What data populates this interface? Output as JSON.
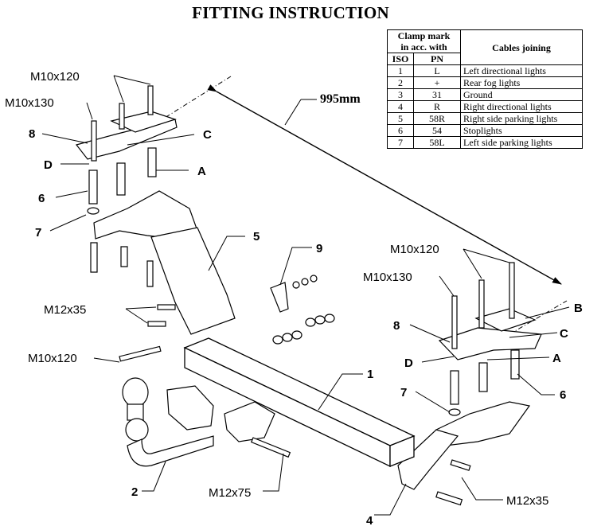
{
  "title": "FITTING INSTRUCTION",
  "table": {
    "header_clamp": "Clamp mark",
    "header_clamp2": "in acc. with",
    "header_iso": "ISO",
    "header_pn": "PN",
    "header_cables": "Cables joining",
    "rows": [
      {
        "iso": "1",
        "pn": "L",
        "desc": "Left directional lights"
      },
      {
        "iso": "2",
        "pn": "+",
        "desc": "Rear fog lights"
      },
      {
        "iso": "3",
        "pn": "31",
        "desc": "Ground"
      },
      {
        "iso": "4",
        "pn": "R",
        "desc": "Right directional lights"
      },
      {
        "iso": "5",
        "pn": "58R",
        "desc": "Right side parking lights"
      },
      {
        "iso": "6",
        "pn": "54",
        "desc": "Stoplights"
      },
      {
        "iso": "7",
        "pn": "58L",
        "desc": "Left side parking lights"
      }
    ]
  },
  "dimension": "995mm",
  "labels": {
    "left_m10x120": "M10x120",
    "left_m10x130": "M10x130",
    "left_8": "8",
    "left_C": "C",
    "left_D": "D",
    "left_A": "A",
    "left_6": "6",
    "left_7": "7",
    "part_5": "5",
    "part_9": "9",
    "m12x35_left": "M12x35",
    "m10x120_bolt": "M10x120",
    "part_1": "1",
    "part_2": "2",
    "m12x75": "M12x75",
    "right_m10x120": "M10x120",
    "right_m10x130": "M10x130",
    "right_B": "B",
    "right_8": "8",
    "right_C": "C",
    "right_D": "D",
    "right_A": "A",
    "right_7": "7",
    "right_6": "6",
    "m12x35_right": "M12x35",
    "part_4": "4"
  }
}
